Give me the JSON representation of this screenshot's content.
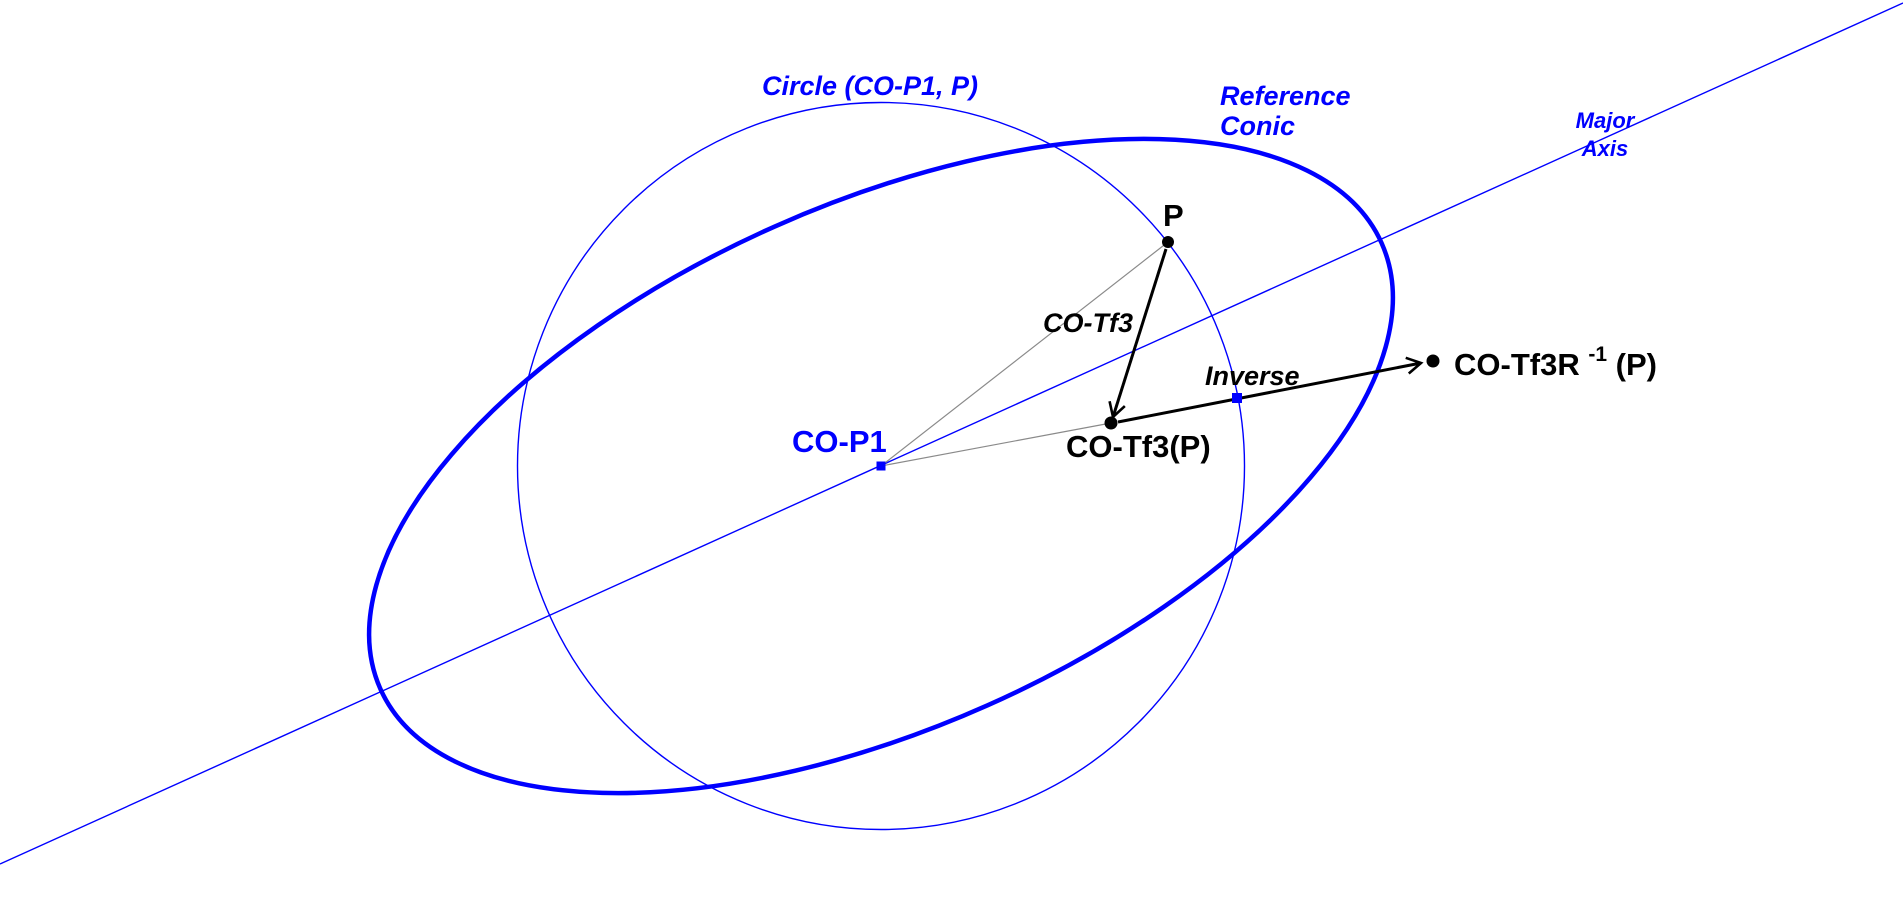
{
  "app": {
    "background": "#ffffff"
  },
  "colors": {
    "blue": "#0000ff",
    "black": "#000000",
    "gray": "#8a8a8a"
  },
  "labels": {
    "circle_caption": "Circle (CO-P1, P)",
    "reference_conic": {
      "line1": "Reference",
      "line2": "Conic"
    },
    "major_axis": {
      "line1": "Major",
      "line2": "Axis"
    },
    "point_p": "P",
    "point_co_p1": "CO-P1",
    "vector_co_tf3": "CO-Tf3",
    "point_co_tf3_p": "CO-Tf3(P)",
    "vector_inverse": "Inverse",
    "point_co_tf3r_inverse": {
      "main": "CO-Tf3R",
      "sup": "-1",
      "suffix": "(P)"
    }
  }
}
